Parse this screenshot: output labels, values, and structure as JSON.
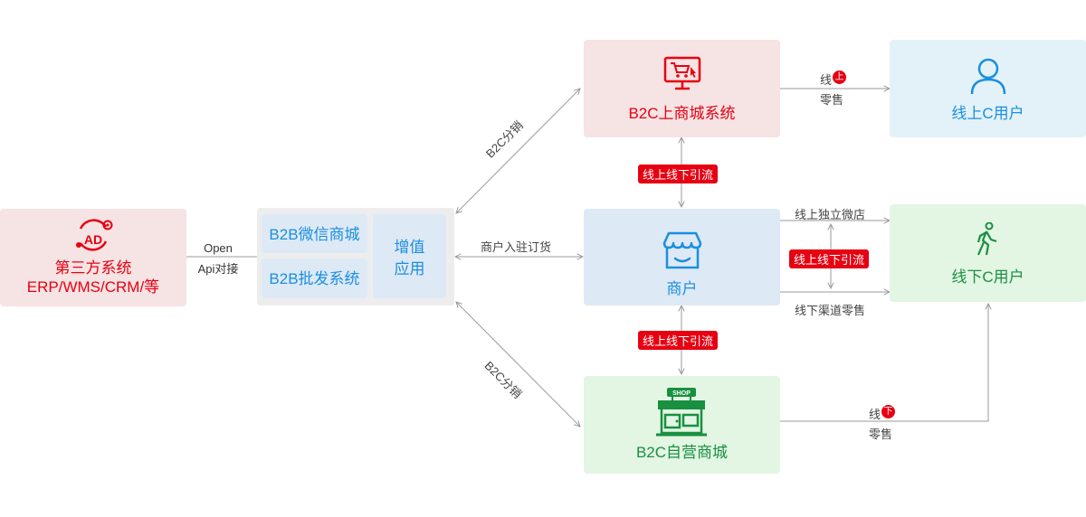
{
  "third_party": {
    "line1": "第三方系统",
    "line2": "ERP/WMS/CRM/等",
    "badge": "AD"
  },
  "open_api": {
    "line1": "Open",
    "line2": "Api对接"
  },
  "b2b": {
    "wechat_mall": "B2B微信商城",
    "wholesale": "B2B批发系统",
    "value_added": "增值\n应用"
  },
  "b2c_online": {
    "title": "B2C上商城系统"
  },
  "merchant": {
    "title": "商户"
  },
  "b2c_self": {
    "title": "B2C自营商城"
  },
  "online_user": {
    "title": "线上C用户"
  },
  "offline_user": {
    "title": "线下C用户"
  },
  "edges": {
    "b2c_dist_top": "B2C分销",
    "b2c_dist_bottom": "B2C分销",
    "merchant_order": "商户入驻订货",
    "drainage_top": "线上线下引流",
    "drainage_mid": "线上线下引流",
    "drainage_bottom": "线上线下引流",
    "online_retail_a": "线",
    "online_retail_badge": "上",
    "online_retail_b": "零售",
    "micro_shop": "线上独立微店",
    "offline_channel": "线下渠道零售",
    "offline_retail_a": "线",
    "offline_retail_badge": "下",
    "offline_retail_b": "零售"
  },
  "colors": {
    "red": "#e60012",
    "blue": "#1a8fe0",
    "green": "#189040"
  }
}
